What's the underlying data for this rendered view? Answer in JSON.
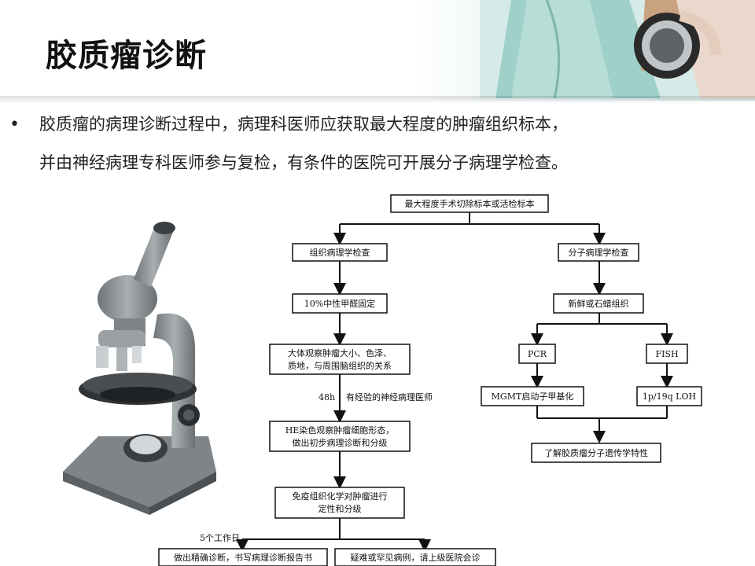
{
  "slide": {
    "title": "胶质瘤诊断",
    "bullet_line1": "胶质瘤的病理诊断过程中，病理科医师应获取最大程度的肿瘤组织标本，",
    "bullet_line2": "并由神经病理专科医师参与复检，有条件的医院可开展分子病理学检查。"
  },
  "flowchart": {
    "root": "最大程度手术切除标本或活检标本",
    "left_1": "组织病理学检查",
    "left_2": "10%中性甲醛固定",
    "left_3a": "大体观察肿瘤大小、色泽、",
    "left_3b": "质地，与周围脑组织的关系",
    "left_time": "48h",
    "left_note": "有经验的神经病理医师",
    "left_4a": "HE染色观察肿瘤细胞形态，",
    "left_4b": "做出初步病理诊断和分级",
    "left_5a": "免疫组织化学对肿瘤进行",
    "left_5b": "定性和分级",
    "left_time2": "5个工作日",
    "left_6": "做出精确诊断，书写病理诊断报告书",
    "left_7": "疑难或罕见病例，请上级医院会诊",
    "right_1": "分子病理学检查",
    "right_2": "新鲜或石蜡组织",
    "right_pcr": "PCR",
    "right_fish": "FISH",
    "right_mgmt": "MGMT启动子甲基化",
    "right_loh": "1p/19q LOH",
    "right_final": "了解胶质瘤分子遗传学特性"
  },
  "colors": {
    "header_teal": "#cfe6e3",
    "microscope_gray": "#8a8f93",
    "line": "#111111"
  },
  "icons": {
    "bullet": "•",
    "microscope": "microscope-illustration",
    "stethoscope": "stethoscope-photo"
  }
}
